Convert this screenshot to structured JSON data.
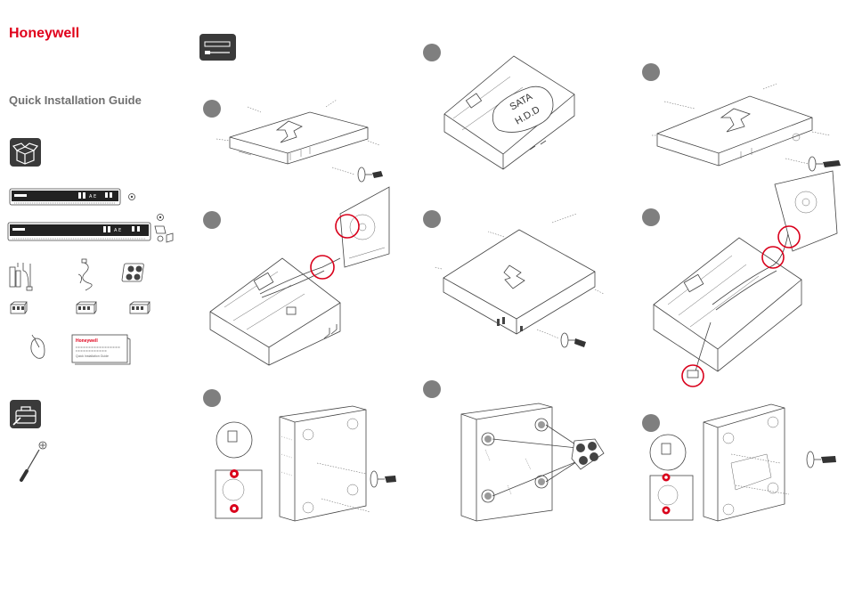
{
  "header": {
    "brand": "Honeywell",
    "title": "Quick Installation Guide"
  },
  "sidebar": {
    "box_icon": "open-box-icon",
    "tools_icon": "toolbox-icon",
    "tool_icon": "screwdriver-icon",
    "card": {
      "brand": "Honeywell",
      "text": "Quick Installation Guide"
    }
  },
  "steps": {
    "tool_header_icon": "screwdriver-header-icon",
    "hdd_label_line1": "SATA",
    "hdd_label_line2": "H.D.D"
  },
  "colors": {
    "brand": "#e0001b",
    "badge": "#7f7f7f",
    "icon_box": "#3a3a3a",
    "highlight": "#d9001b"
  }
}
